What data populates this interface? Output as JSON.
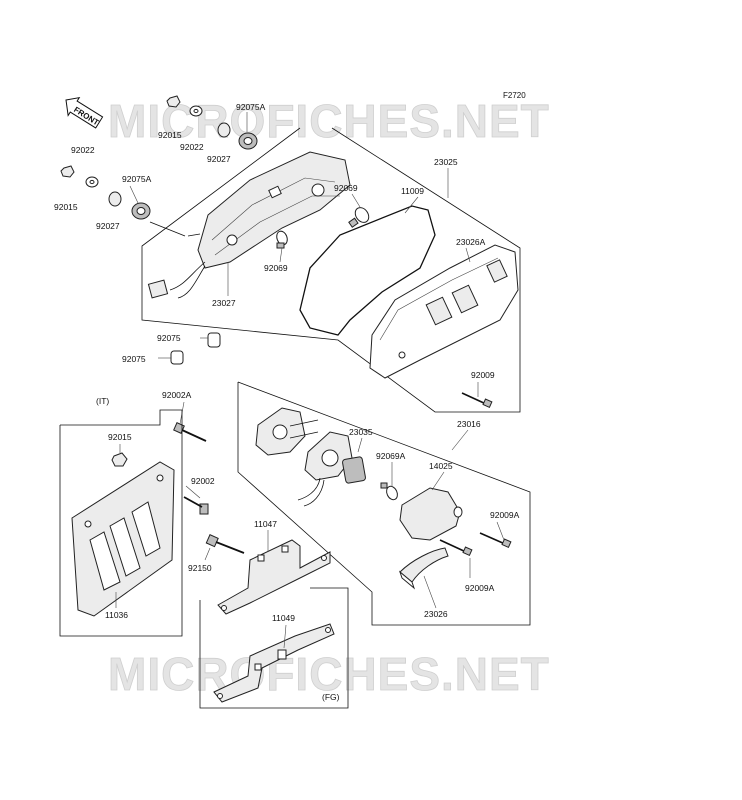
{
  "figure_code": "F2720",
  "watermarks": [
    "MICROFICHES.NET",
    "MICROFICHES.NET"
  ],
  "front_tag": "FRONT",
  "variant_labels": {
    "it": "(IT)",
    "fg": "(FG)"
  },
  "callouts": {
    "c92075A_top": "92075A",
    "c92015_top": "92015",
    "c92022_top": "92022",
    "c92027_top": "92027",
    "c92022_left": "92022",
    "c92015_left": "92015",
    "c92075A_left": "92075A",
    "c92027_left": "92027",
    "c23025": "23025",
    "c11009": "11009",
    "c92069_a": "92069",
    "c23026A": "23026A",
    "c92069_b": "92069",
    "c23027": "23027",
    "c92075_a": "92075",
    "c92075_b": "92075",
    "c92009": "92009",
    "c92002A": "92002A",
    "c23016": "23016",
    "c23035": "23035",
    "c92015_it": "92015",
    "c92069A": "92069A",
    "c14025": "14025",
    "c92002": "92002",
    "c92009A_a": "92009A",
    "c11047": "11047",
    "c92150": "92150",
    "c92009A_b": "92009A",
    "c11036": "11036",
    "c23026": "23026",
    "c11049": "11049"
  }
}
